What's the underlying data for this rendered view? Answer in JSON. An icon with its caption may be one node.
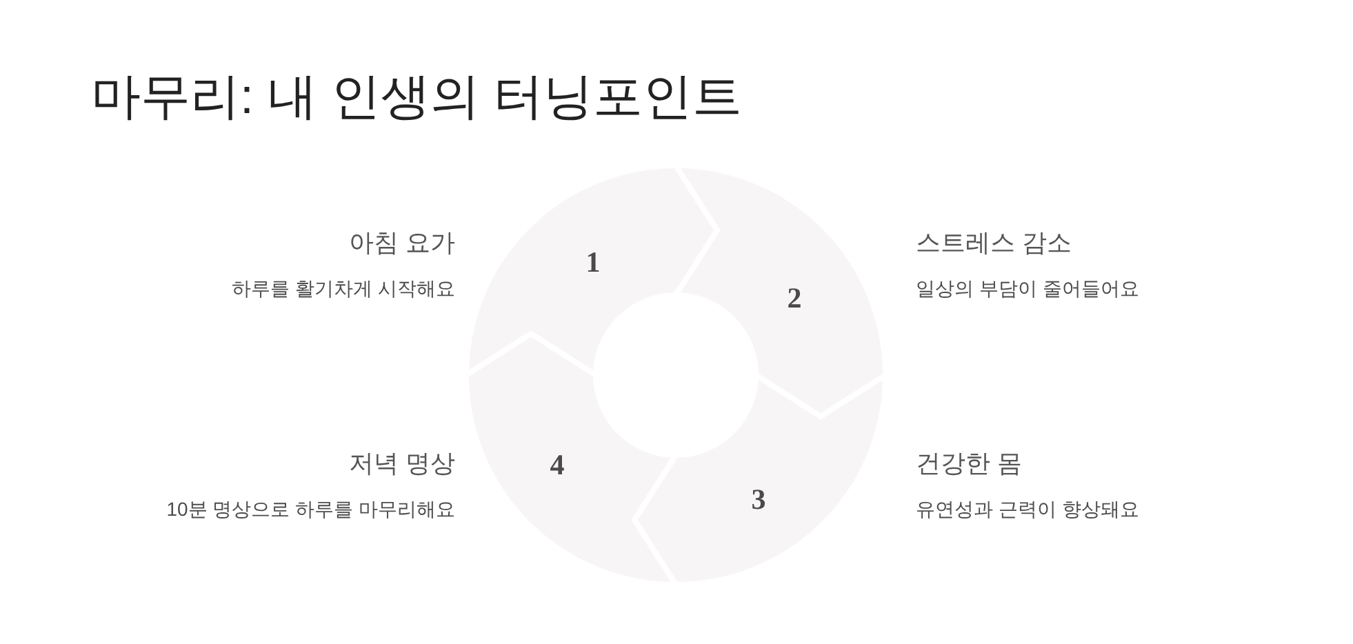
{
  "diagram": {
    "title": "마무리: 내 인생의 터닝포인트",
    "nodes": [
      {
        "text": [
          "1"
        ],
        "beside": [
          "아침 요가",
          "하루를 활기차게 시작해요"
        ]
      },
      {
        "text": [
          "2"
        ],
        "beside": [
          "스트레스 감소",
          "일상의 부담이 줄어들어요"
        ]
      },
      {
        "text": [
          "3"
        ],
        "beside": [
          "건강한 몸",
          "유연성과 근력이 향상돼요"
        ]
      },
      {
        "text": [
          "4"
        ],
        "beside": [
          "저녁 명상",
          "10분 명상으로 하루를 마무리해요"
        ]
      }
    ]
  }
}
